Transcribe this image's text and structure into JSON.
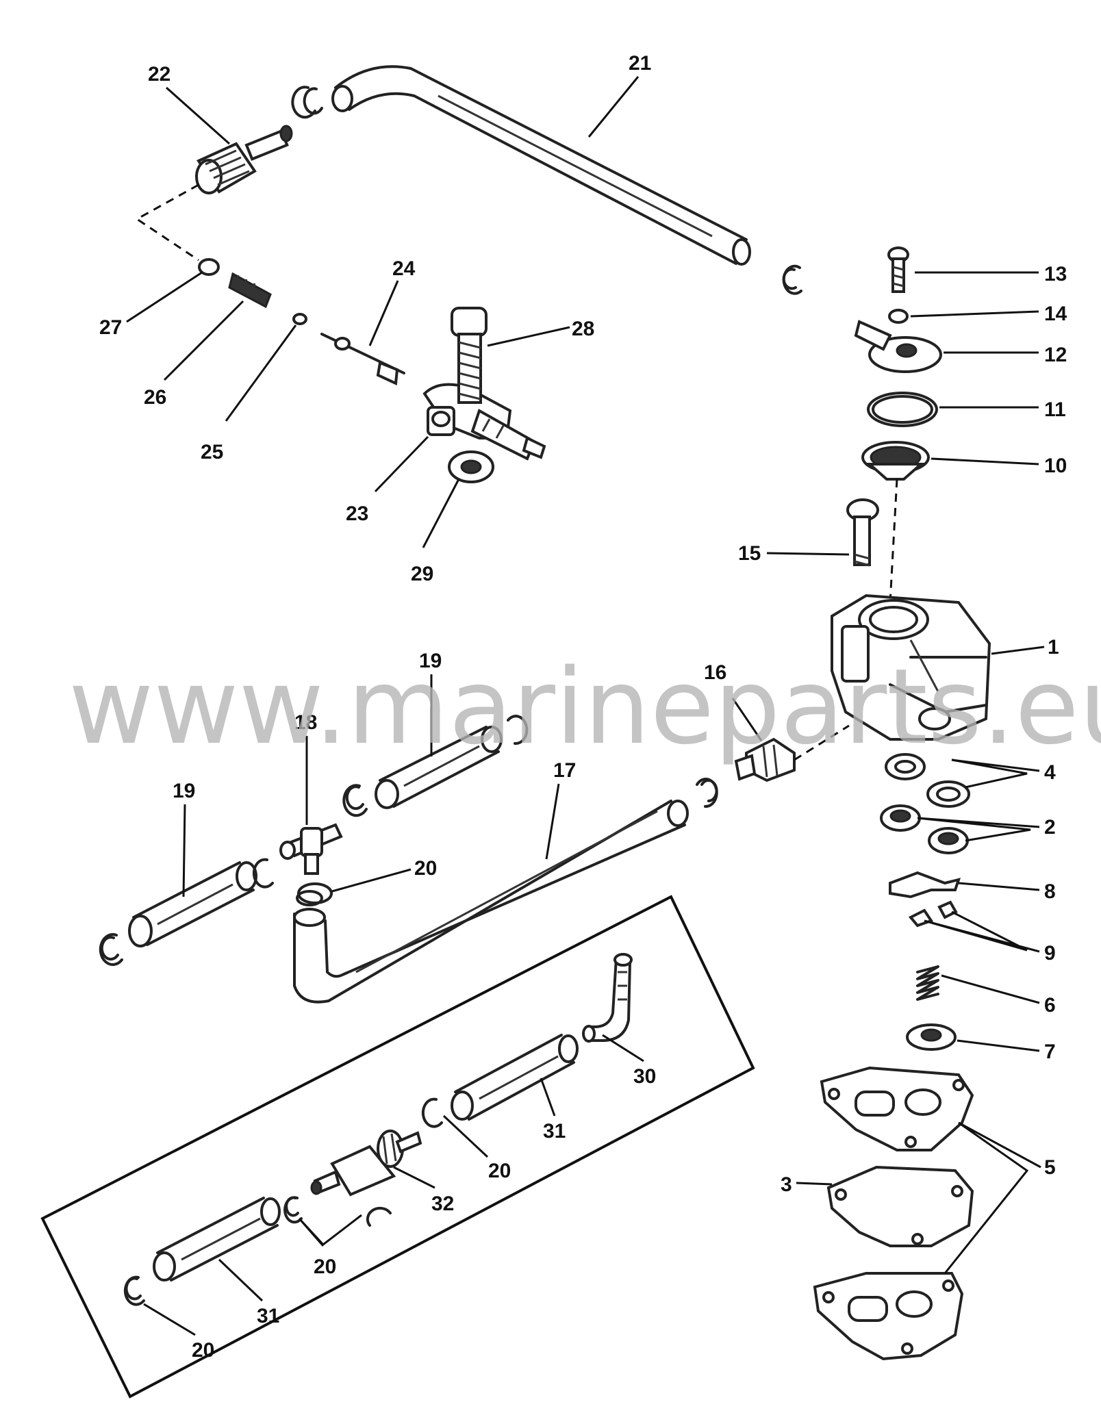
{
  "diagram": {
    "watermark": "www.marineparts.eu",
    "callouts": [
      {
        "id": "c1",
        "label": "1"
      },
      {
        "id": "c2",
        "label": "2"
      },
      {
        "id": "c3",
        "label": "3"
      },
      {
        "id": "c4",
        "label": "4"
      },
      {
        "id": "c5",
        "label": "5"
      },
      {
        "id": "c6",
        "label": "6"
      },
      {
        "id": "c7",
        "label": "7"
      },
      {
        "id": "c8",
        "label": "8"
      },
      {
        "id": "c9",
        "label": "9"
      },
      {
        "id": "c10",
        "label": "10"
      },
      {
        "id": "c11",
        "label": "11"
      },
      {
        "id": "c12",
        "label": "12"
      },
      {
        "id": "c13",
        "label": "13"
      },
      {
        "id": "c14",
        "label": "14"
      },
      {
        "id": "c15",
        "label": "15"
      },
      {
        "id": "c16",
        "label": "16"
      },
      {
        "id": "c17",
        "label": "17"
      },
      {
        "id": "c18",
        "label": "18"
      },
      {
        "id": "c19a",
        "label": "19"
      },
      {
        "id": "c19b",
        "label": "19"
      },
      {
        "id": "c20a",
        "label": "20"
      },
      {
        "id": "c20b",
        "label": "20"
      },
      {
        "id": "c20c",
        "label": "20"
      },
      {
        "id": "c20d",
        "label": "20"
      },
      {
        "id": "c21",
        "label": "21"
      },
      {
        "id": "c22",
        "label": "22"
      },
      {
        "id": "c23",
        "label": "23"
      },
      {
        "id": "c24",
        "label": "24"
      },
      {
        "id": "c25",
        "label": "25"
      },
      {
        "id": "c26",
        "label": "26"
      },
      {
        "id": "c27",
        "label": "27"
      },
      {
        "id": "c28",
        "label": "28"
      },
      {
        "id": "c29",
        "label": "29"
      },
      {
        "id": "c30",
        "label": "30"
      },
      {
        "id": "c31a",
        "label": "31"
      },
      {
        "id": "c31b",
        "label": "31"
      },
      {
        "id": "c32",
        "label": "32"
      }
    ]
  }
}
